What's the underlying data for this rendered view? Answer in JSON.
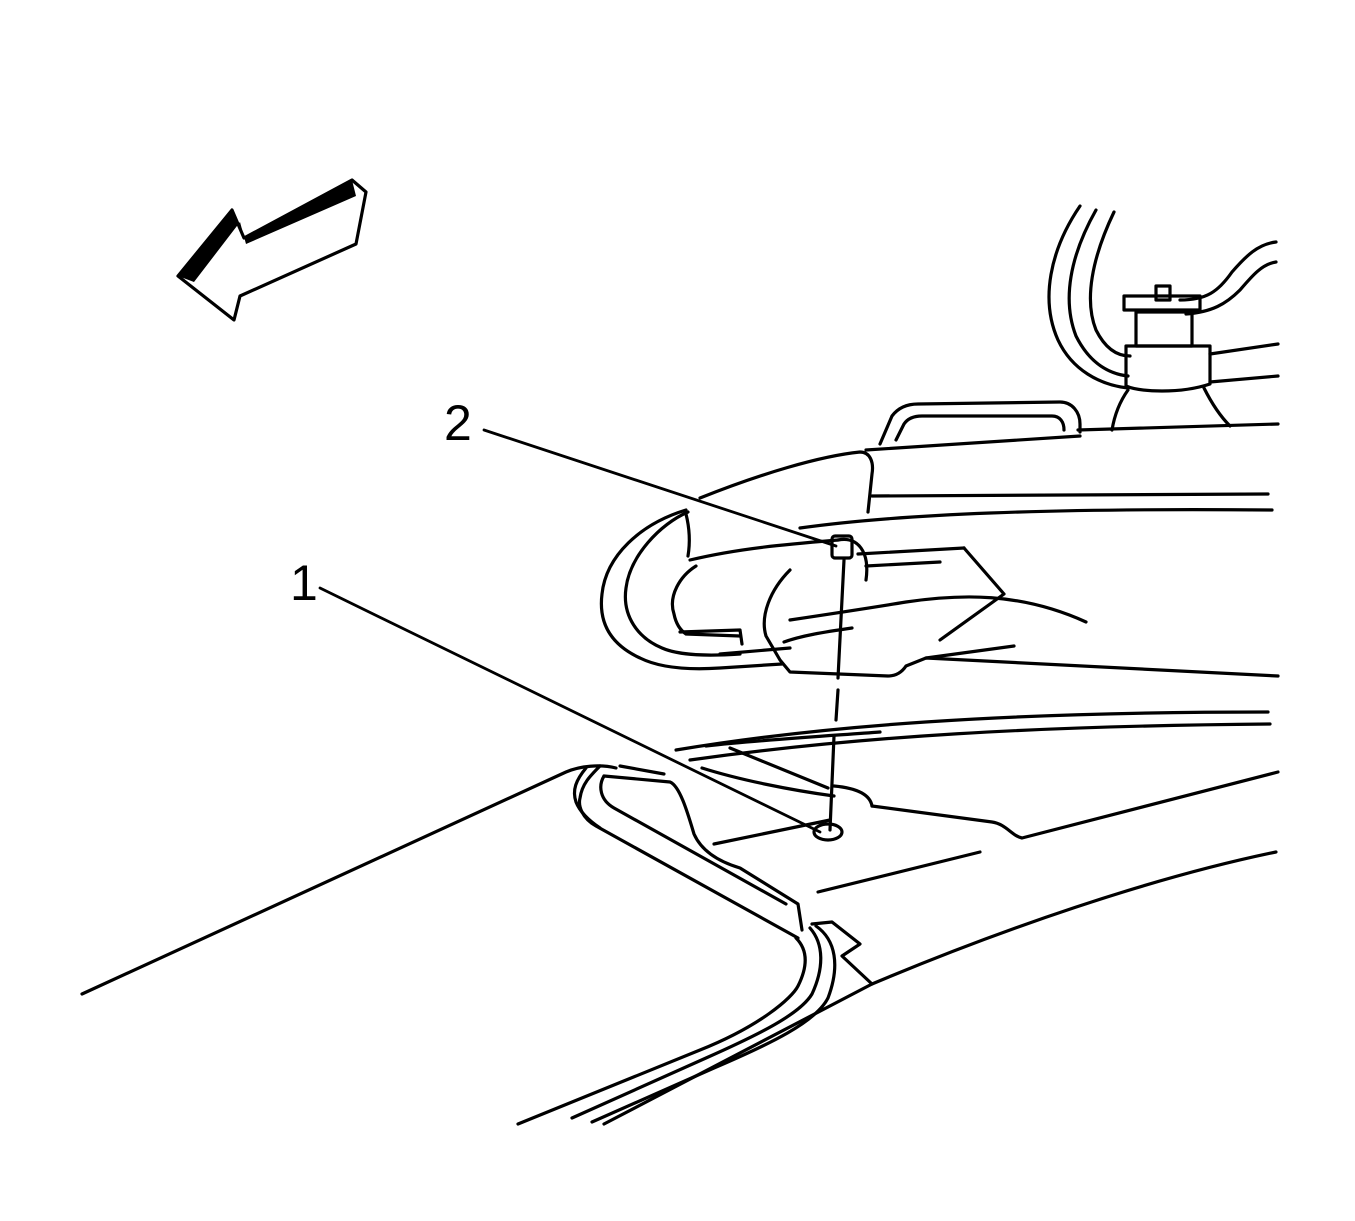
{
  "figure": {
    "callouts": [
      {
        "id": "1",
        "text": "1"
      },
      {
        "id": "2",
        "text": "2"
      }
    ],
    "direction_indicator": "arrow-left-icon",
    "colors": {
      "line": "#000000",
      "background": "#ffffff"
    }
  }
}
